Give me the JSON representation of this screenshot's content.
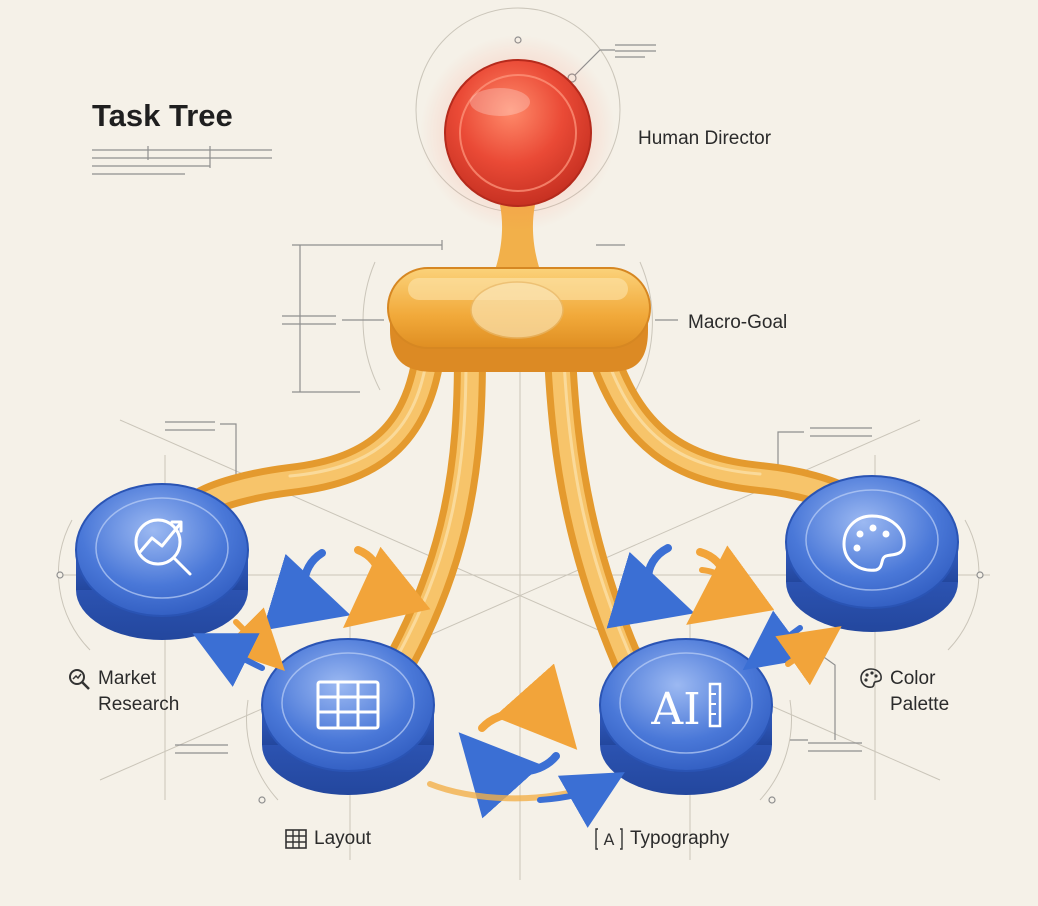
{
  "title": "Task Tree",
  "nodes": {
    "director": {
      "label": "Human Director",
      "color": "#e8483a"
    },
    "macro_goal": {
      "label": "Macro-Goal",
      "color": "#f1a93a"
    },
    "market_research": {
      "label_line1": "Market",
      "label_line2": "Research",
      "icon": "search-chart-icon",
      "color": "#3f6fd1"
    },
    "layout": {
      "label": "Layout",
      "icon": "grid-icon",
      "color": "#3f6fd1"
    },
    "typography": {
      "label": "Typography",
      "icon": "typography-icon",
      "glyph": "AI",
      "small_glyph": "A",
      "color": "#3f6fd1"
    },
    "color_palette": {
      "label_line1": "Color",
      "label_line2": "Palette",
      "icon": "palette-icon",
      "color": "#3f6fd1"
    }
  },
  "colors": {
    "background": "#f5f1e8",
    "branch": "#f2b04a",
    "arrow_blue": "#3b6fd4",
    "arrow_orange": "#f2a43a",
    "guide_line": "#9a9a9a"
  }
}
